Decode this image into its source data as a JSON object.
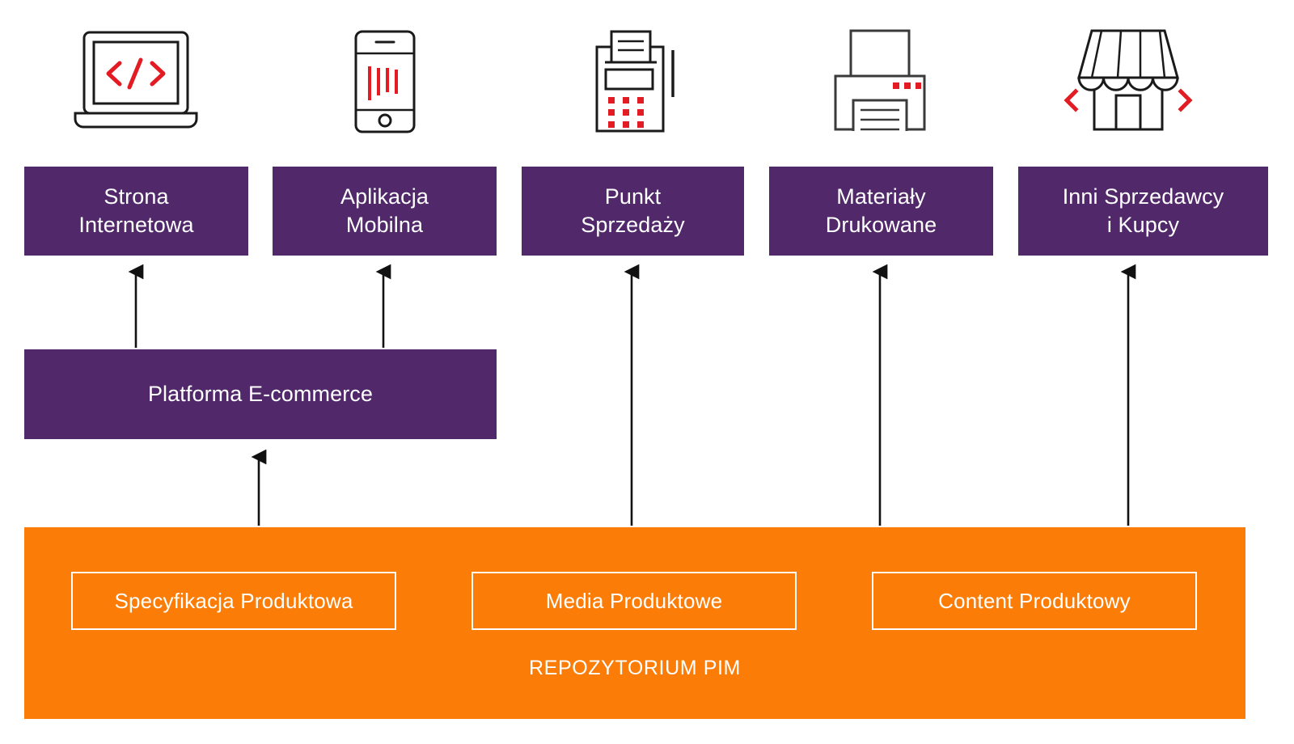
{
  "theme": {
    "purple": "#51286a",
    "orange": "#fb7d07",
    "accent_red": "#e31b23",
    "ink": "#1a1a1a",
    "on_color_text": "#ffffff",
    "background": "#ffffff"
  },
  "diagram": {
    "type": "flow-diagram",
    "title_caption": "REPOZYTORIUM PIM",
    "channels": [
      {
        "id": "website",
        "icon": "laptop-code-icon",
        "label": "Strona\nInternetowa",
        "fed_by": "ecommerce-platform"
      },
      {
        "id": "mobile-app",
        "icon": "mobile-phone-icon",
        "label": "Aplikacja\nMobilna",
        "fed_by": "ecommerce-platform"
      },
      {
        "id": "pos",
        "icon": "pos-terminal-icon",
        "label": "Punkt\nSprzedaży",
        "fed_by": "pim-repository"
      },
      {
        "id": "print",
        "icon": "printer-icon",
        "label": "Materiały\nDrukowane",
        "fed_by": "pim-repository"
      },
      {
        "id": "resellers",
        "icon": "storefront-icon",
        "label": "Inni Sprzedawcy\ni Kupcy",
        "fed_by": "pim-repository"
      }
    ],
    "platform": {
      "id": "ecommerce-platform",
      "label": "Platforma E-commerce",
      "fed_by": "pim-repository"
    },
    "repository": {
      "id": "pim-repository",
      "caption": "REPOZYTORIUM PIM",
      "cards": [
        {
          "id": "product-spec",
          "label": "Specyfikacja Produktowa"
        },
        {
          "id": "product-media",
          "label": "Media Produktowe"
        },
        {
          "id": "product-content",
          "label": "Content Produktowy"
        }
      ]
    },
    "connectors": [
      {
        "from": "ecommerce-platform",
        "to": "website",
        "direction": "up"
      },
      {
        "from": "ecommerce-platform",
        "to": "mobile-app",
        "direction": "up"
      },
      {
        "from": "pim-repository",
        "to": "ecommerce-platform",
        "direction": "up"
      },
      {
        "from": "pim-repository",
        "to": "pos",
        "direction": "up"
      },
      {
        "from": "pim-repository",
        "to": "print",
        "direction": "up"
      },
      {
        "from": "pim-repository",
        "to": "resellers",
        "direction": "up"
      }
    ]
  }
}
